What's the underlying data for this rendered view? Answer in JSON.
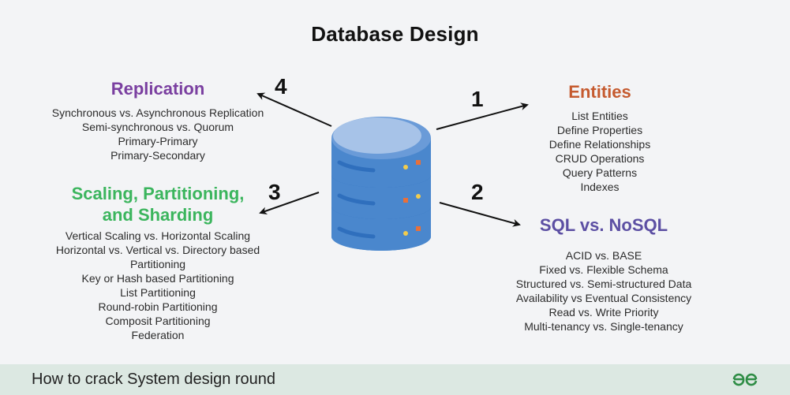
{
  "title": "Database Design",
  "sections": {
    "replication": {
      "number": "4",
      "heading": "Replication",
      "items": [
        "Synchronous vs. Asynchronous Replication",
        "Semi-synchronous vs. Quorum",
        "Primary-Primary",
        "Primary-Secondary"
      ]
    },
    "scaling": {
      "number": "3",
      "heading_line1": "Scaling, Partitioning,",
      "heading_line2": "and Sharding",
      "items": [
        "Vertical Scaling vs. Horizontal Scaling",
        "Horizontal vs. Vertical vs. Directory based",
        "Partitioning",
        "Key or Hash based Partitioning",
        "List Partitioning",
        "Round-robin Partitioning",
        "Composit Partitioning",
        "Federation"
      ]
    },
    "entities": {
      "number": "1",
      "heading": "Entities",
      "items": [
        "List Entities",
        "Define Properties",
        "Define Relationships",
        "CRUD Operations",
        "Query Patterns",
        "Indexes"
      ]
    },
    "sql": {
      "number": "2",
      "heading": "SQL vs. NoSQL",
      "items": [
        "ACID vs. BASE",
        "Fixed vs. Flexible Schema",
        "Structured vs. Semi-structured Data",
        "Availability vs Eventual Consistency",
        "Read vs. Write Priority",
        "Multi-tenancy vs. Single-tenancy"
      ]
    }
  },
  "colors": {
    "replication": "#7a3fa0",
    "scaling": "#3bb55d",
    "entities": "#c55a2f",
    "sql": "#5c4fa3",
    "footer_bg": "#dce8e2",
    "logo": "#2f8d46"
  },
  "icons": {
    "center": "database-icon",
    "footer_logo": "gfg-logo-icon"
  },
  "footer": {
    "text": "How to crack System design round"
  }
}
